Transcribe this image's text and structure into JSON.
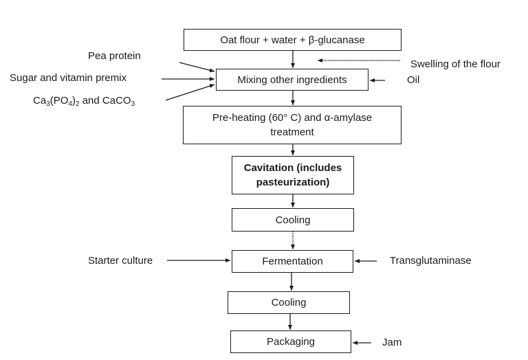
{
  "steps": [
    {
      "id": "oat",
      "text": "Oat flour + water + β-glucanase"
    },
    {
      "id": "mixing",
      "text": "Mixing other ingredients"
    },
    {
      "id": "preheat",
      "text": "Pre-heating (60° C) and α-amylase treatment"
    },
    {
      "id": "cavitation",
      "text": "Cavitation (includes pasteurization)"
    },
    {
      "id": "cooling1",
      "text": "Cooling"
    },
    {
      "id": "fermentation",
      "text": "Fermentation"
    },
    {
      "id": "cooling2",
      "text": "Cooling"
    },
    {
      "id": "packaging",
      "text": "Packaging"
    }
  ],
  "inputs": {
    "pea_protein": "Pea protein",
    "sugar_premix": "Sugar and vitamin premix",
    "calcium": {
      "part1": "Ca",
      "sub1": "3",
      "part2": "(PO",
      "sub2": "4",
      "part3": ")",
      "sub3": "2",
      "part4": " and CaCO",
      "sub4": "3"
    },
    "swelling": "Swelling of the flour",
    "oil": "Oil",
    "starter": "Starter culture",
    "transglutaminase": "Transglutaminase",
    "jam": "Jam"
  }
}
